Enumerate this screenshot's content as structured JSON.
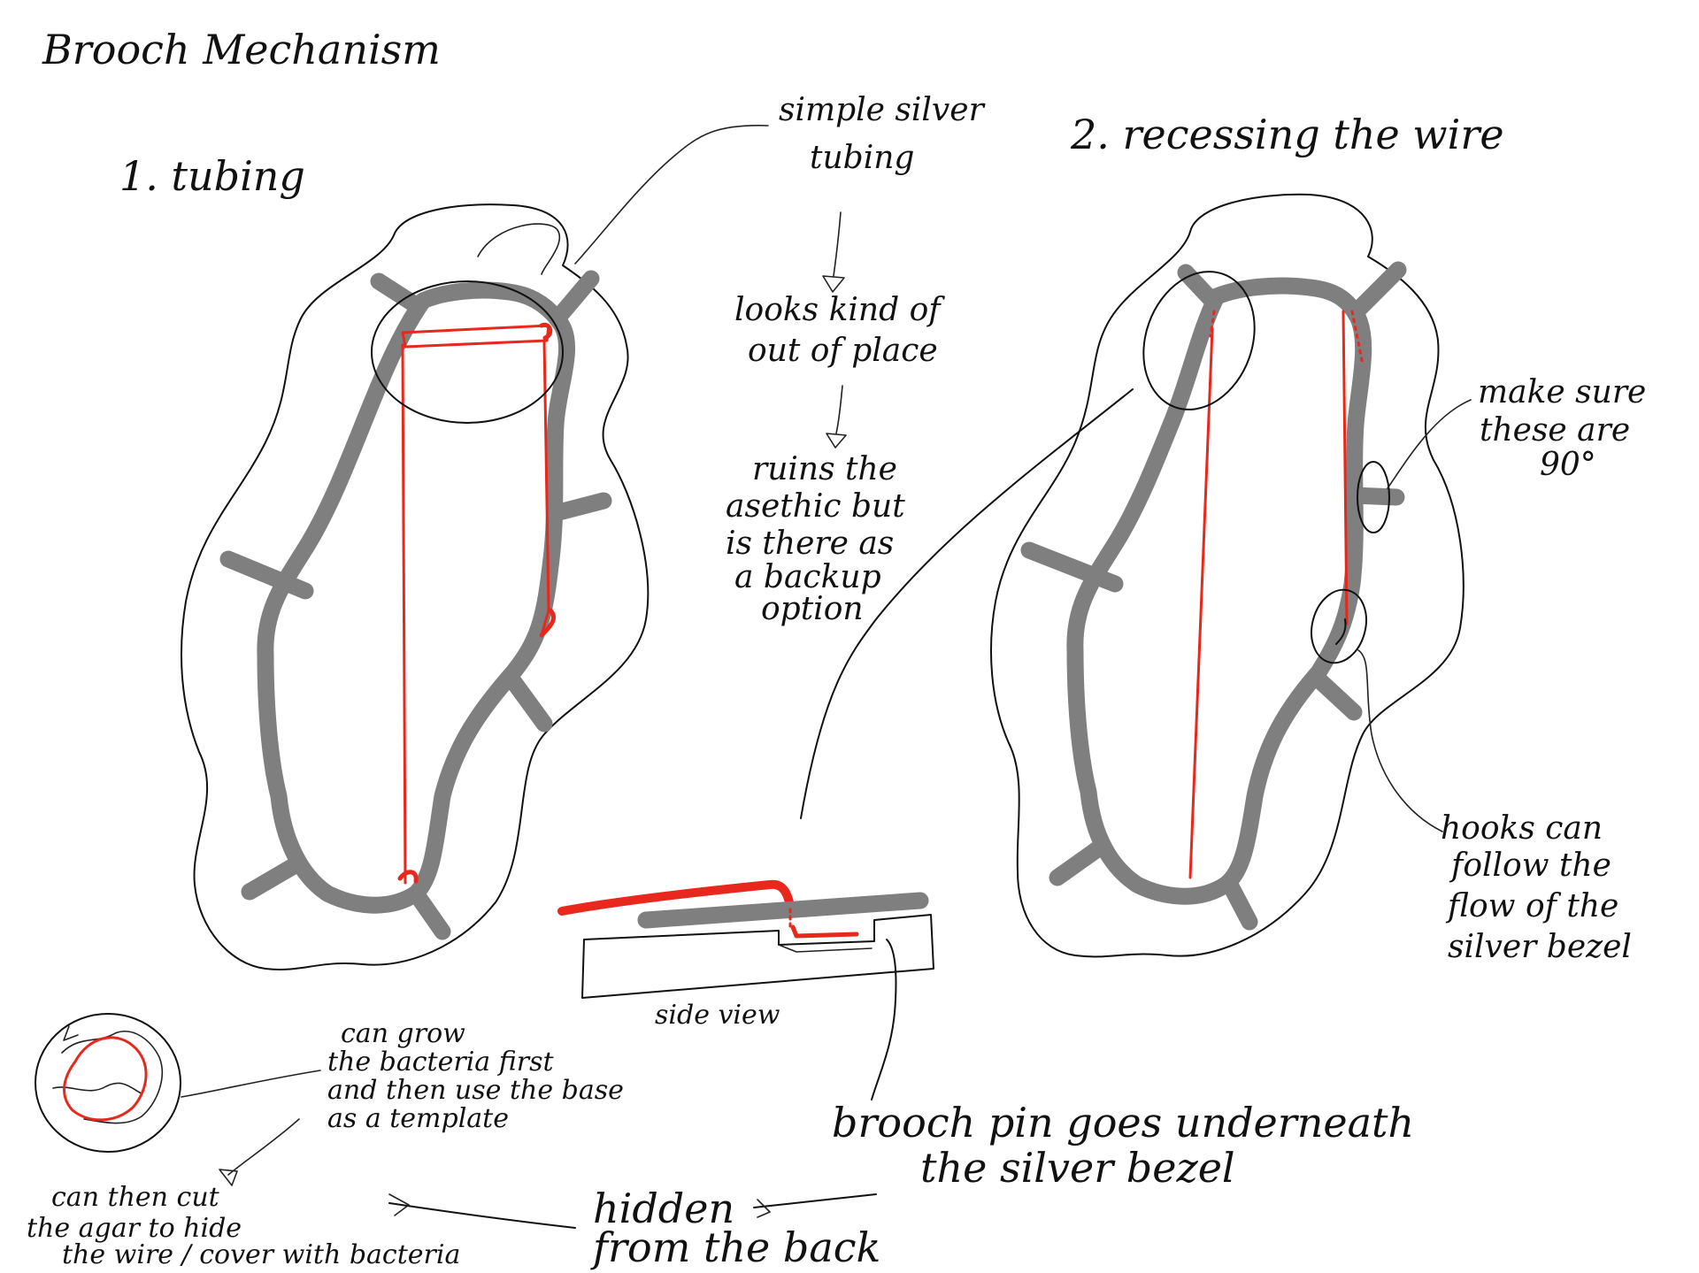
{
  "title": "Brooch Mechanism",
  "sections": {
    "one": "1. tubing",
    "two": "2. recessing the wire"
  },
  "notes": {
    "simple_tubing": [
      "simple silver",
      "tubing"
    ],
    "looks_out": [
      "looks kind of",
      "out of place"
    ],
    "ruins": [
      "ruins the",
      "asethic but",
      "is there as",
      "a backup",
      "option"
    ],
    "make_sure": [
      "make sure",
      "these are",
      "90°"
    ],
    "hooks": [
      "hooks can",
      "follow the",
      "flow of the",
      "silver bezel"
    ],
    "side_view": "side view",
    "brooch_pin": [
      "brooch pin goes underneath",
      "the silver bezel"
    ],
    "can_grow": [
      "can grow",
      "the bacteria first",
      "and then use the base",
      "as a template"
    ],
    "can_then": [
      "can then cut",
      "the agar to hide",
      "the wire / cover with bacteria"
    ],
    "hidden": [
      "hidden",
      "from the back"
    ]
  },
  "colors": {
    "ink": "#111111",
    "wire": "#7f7f7f",
    "accent": "#e8281c",
    "paper": "#ffffff"
  }
}
